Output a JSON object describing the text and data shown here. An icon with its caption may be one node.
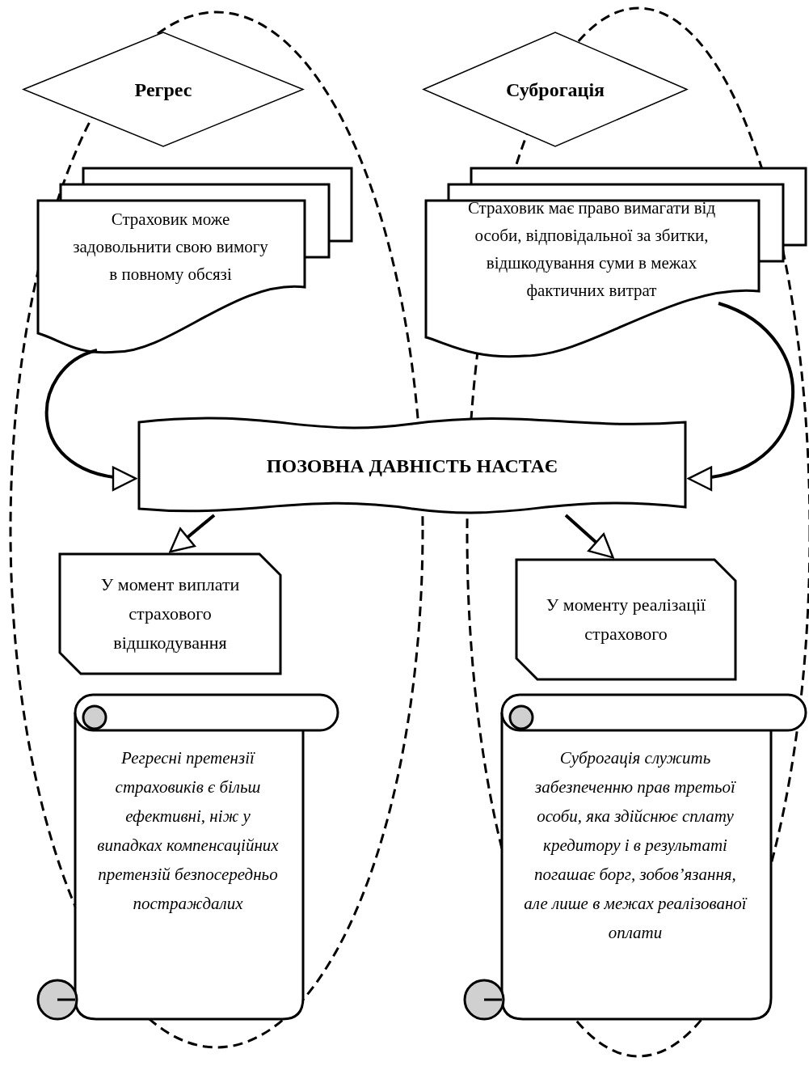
{
  "diagram": {
    "nodes": [
      {
        "text": [
          "Регрес"
        ]
      },
      {
        "text": [
          "Суброгація"
        ]
      },
      {
        "text": [
          "Страховик може задовольнити свою вимогу в повному обсязі"
        ]
      },
      {
        "text": [
          "Страховик має право вимагати від особи, відповідальної за збитки, відшкодування суми в межах фактичних витрат"
        ]
      },
      {
        "text": [
          "ПОЗОВНА ДАВНІСТЬ НАСТАЄ"
        ]
      },
      {
        "text": [
          "У момент виплати страхового відшкодування"
        ]
      },
      {
        "text": [
          "У моменту реалізації страхового"
        ]
      },
      {
        "text": [
          "Регресні претензії страховиків є більш ефективні, ніж у випадках компенсаційних претензій безпосередньо постраждалих"
        ]
      },
      {
        "text": [
          "Суброгація служить забезпеченню прав третьої особи, яка здійснює сплату кредитору і в результаті погашає борг, зобов’язання, але лише в межах реалізованої оплати"
        ]
      }
    ],
    "edges": [
      {
        "from": 2,
        "to": 4,
        "arrow": "to"
      },
      {
        "from": 3,
        "to": 4,
        "arrow": "to"
      },
      {
        "from": 4,
        "to": 5,
        "arrow": "to"
      },
      {
        "from": 4,
        "to": 6,
        "arrow": "to"
      }
    ]
  }
}
